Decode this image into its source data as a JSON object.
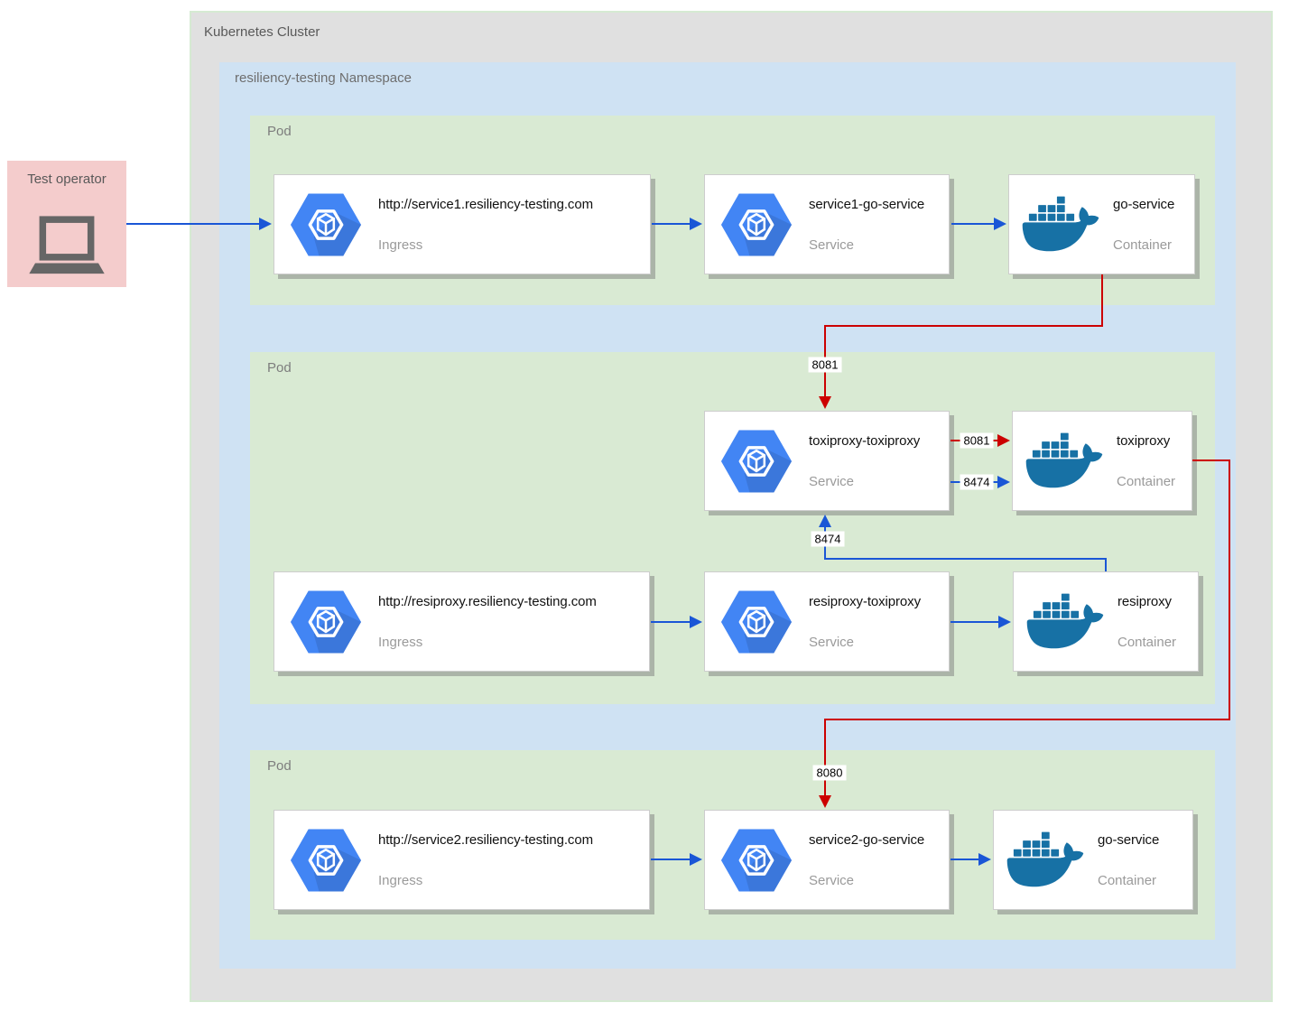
{
  "diagram": {
    "cluster_label": "Kubernetes Cluster",
    "namespace_label": "resiliency-testing Namespace",
    "pod_labels": {
      "pod1": "Pod",
      "pod2": "Pod",
      "pod3": "Pod"
    },
    "test_operator_label": "Test operator"
  },
  "nodes": {
    "ingress1": {
      "title": "http://service1.resiliency-testing.com",
      "subtitle": "Ingress",
      "icon": "kubernetes-engine-icon"
    },
    "service1": {
      "title": "service1-go-service",
      "subtitle": "Service",
      "icon": "kubernetes-engine-icon"
    },
    "container1": {
      "title": "go-service",
      "subtitle": "Container",
      "icon": "docker-icon"
    },
    "toxiproxy_svc": {
      "title": "toxiproxy-toxiproxy",
      "subtitle": "Service",
      "icon": "kubernetes-engine-icon"
    },
    "toxiproxy_ctr": {
      "title": "toxiproxy",
      "subtitle": "Container",
      "icon": "docker-icon"
    },
    "ingress_resi": {
      "title": "http://resiproxy.resiliency-testing.com",
      "subtitle": "Ingress",
      "icon": "kubernetes-engine-icon"
    },
    "resiproxy_svc": {
      "title": "resiproxy-toxiproxy",
      "subtitle": "Service",
      "icon": "kubernetes-engine-icon"
    },
    "resiproxy_ctr": {
      "title": "resiproxy",
      "subtitle": "Container",
      "icon": "docker-icon"
    },
    "ingress2": {
      "title": "http://service2.resiliency-testing.com",
      "subtitle": "Ingress",
      "icon": "kubernetes-engine-icon"
    },
    "service2": {
      "title": "service2-go-service",
      "subtitle": "Service",
      "icon": "kubernetes-engine-icon"
    },
    "container2": {
      "title": "go-service",
      "subtitle": "Container",
      "icon": "docker-icon"
    }
  },
  "ports": {
    "goservice_to_toxiproxy_svc": "8081",
    "toxiproxy_svc_to_ctr_red": "8081",
    "toxiproxy_svc_to_ctr_blue": "8474",
    "resiproxy_ctr_to_toxiproxy_svc": "8474",
    "toxiproxy_ctr_to_service2": "8080"
  },
  "colors": {
    "cluster_bg": "#e0e0e0",
    "cluster_border": "#d5ead2",
    "namespace_bg": "#cfe2f3",
    "pod_bg": "#d9ead3",
    "operator_bg": "#f4cccc",
    "k8s_blue": "#4285f4",
    "docker_blue": "#1771a5",
    "edge_blue": "#1a56d6",
    "edge_red": "#cc0000"
  }
}
